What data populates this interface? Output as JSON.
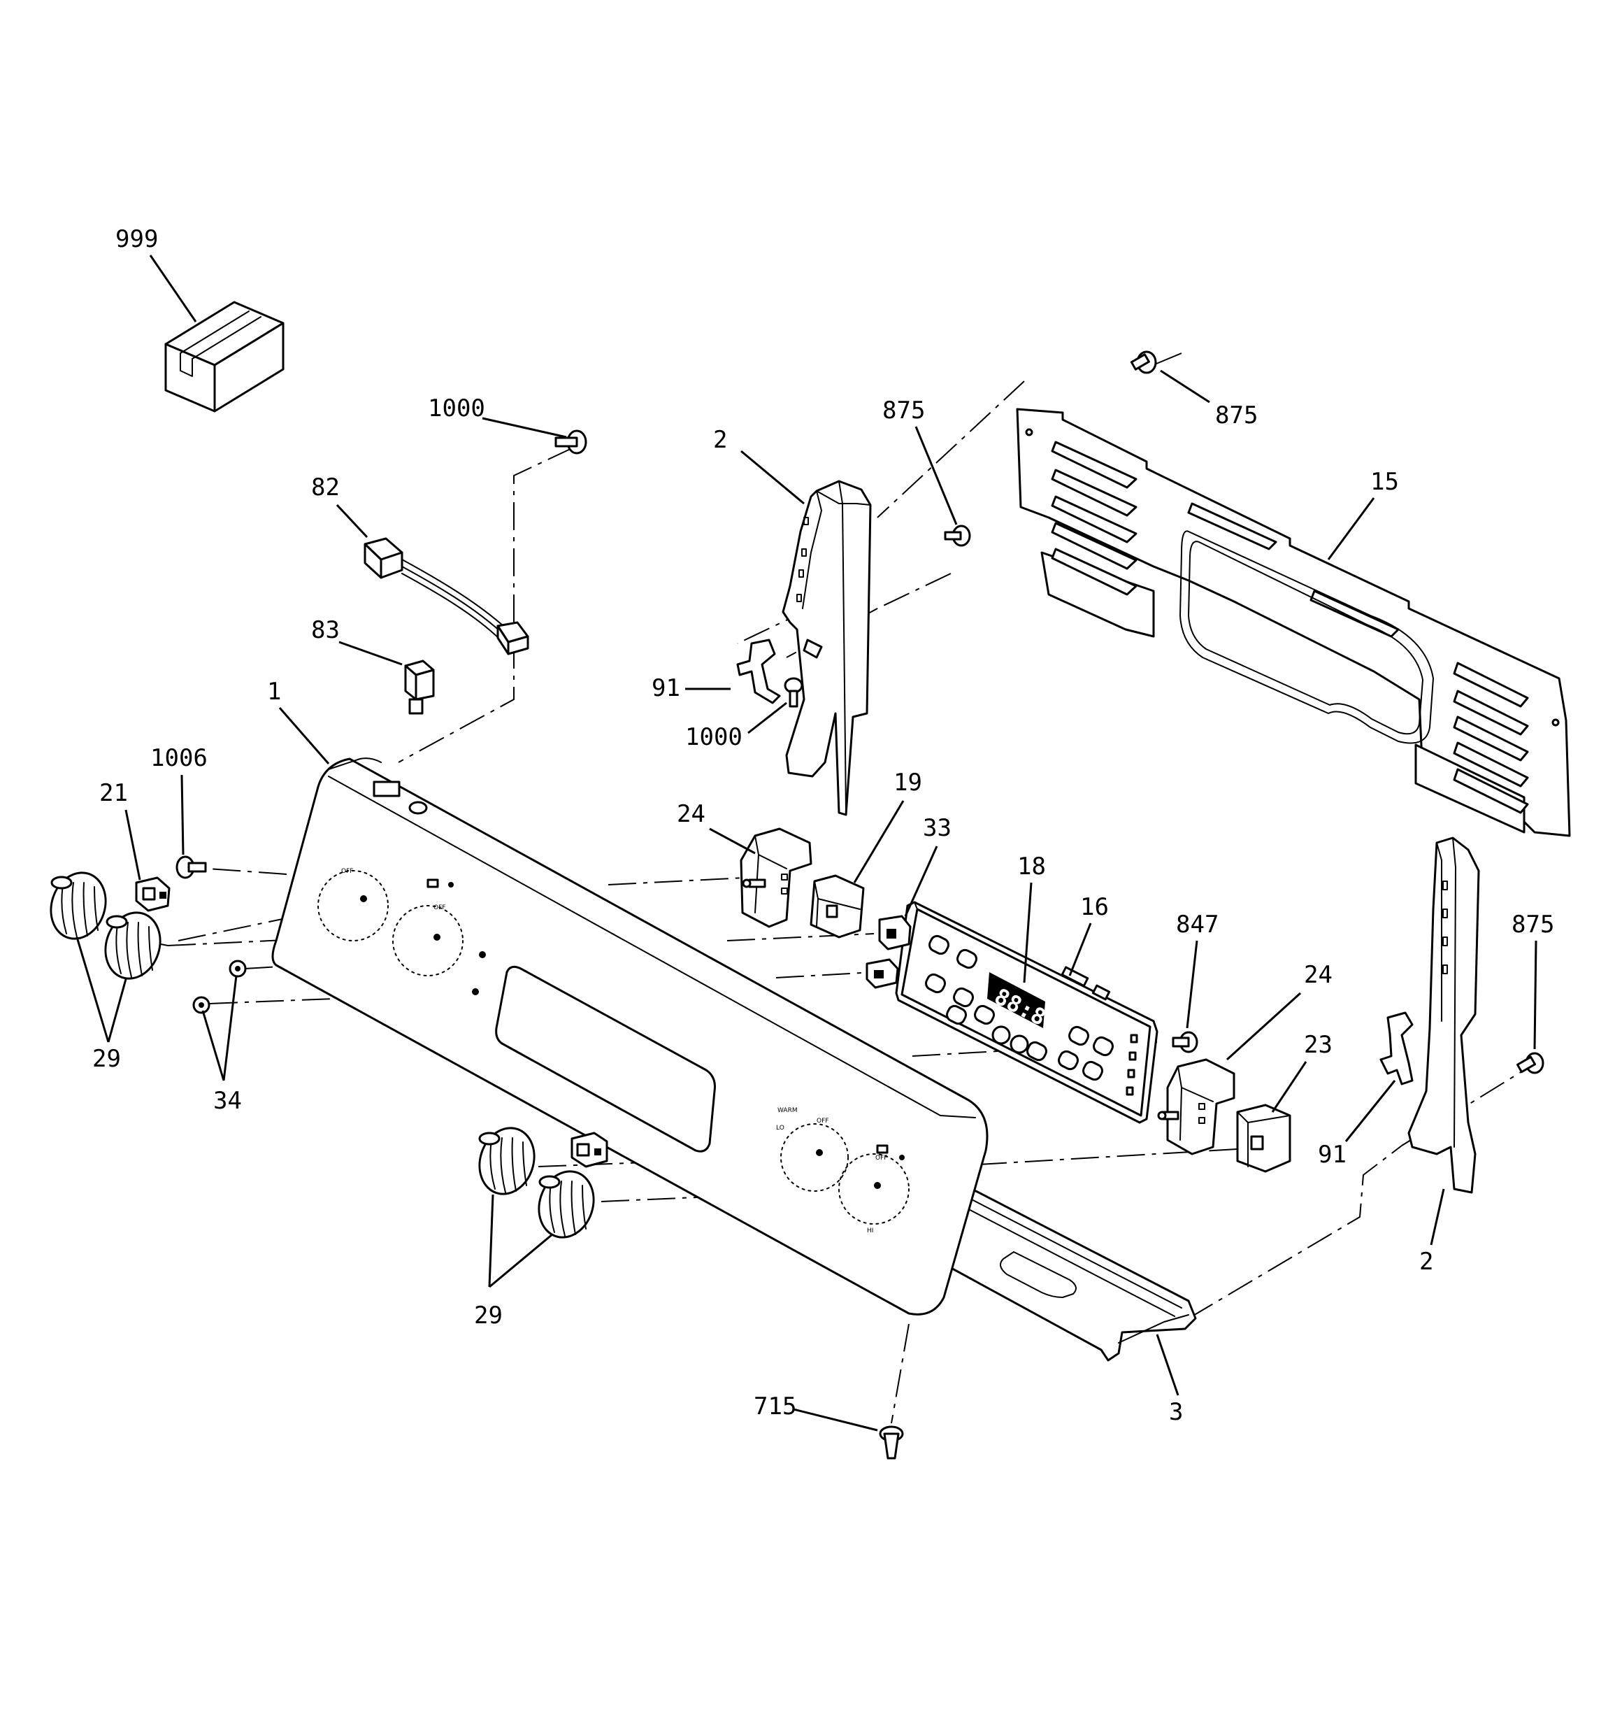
{
  "colors": {
    "line": "#000000",
    "background": "#ffffff"
  },
  "callouts": {
    "c999": "999",
    "c1000_top": "1000",
    "c82": "82",
    "c83": "83",
    "c1": "1",
    "c1006": "1006",
    "c21": "21",
    "c29_left": "29",
    "c34": "34",
    "c2_left": "2",
    "c875_mid": "875",
    "c875_top": "875",
    "c15": "15",
    "c91_left": "91",
    "c1000_mid": "1000",
    "c24_left": "24",
    "c19": "19",
    "c33": "33",
    "c18": "18",
    "c16": "16",
    "c847": "847",
    "c24_right": "24",
    "c23": "23",
    "c875_right": "875",
    "c91_right": "91",
    "c2_right": "2",
    "c29_bottom": "29",
    "c715": "715",
    "c3": "3"
  },
  "control_panel": {
    "display": "88:88",
    "knob_label_off": "OFF",
    "knob_label_warm": "WARM",
    "knob_label_lo": "LO",
    "knob_label_hi": "HI"
  }
}
